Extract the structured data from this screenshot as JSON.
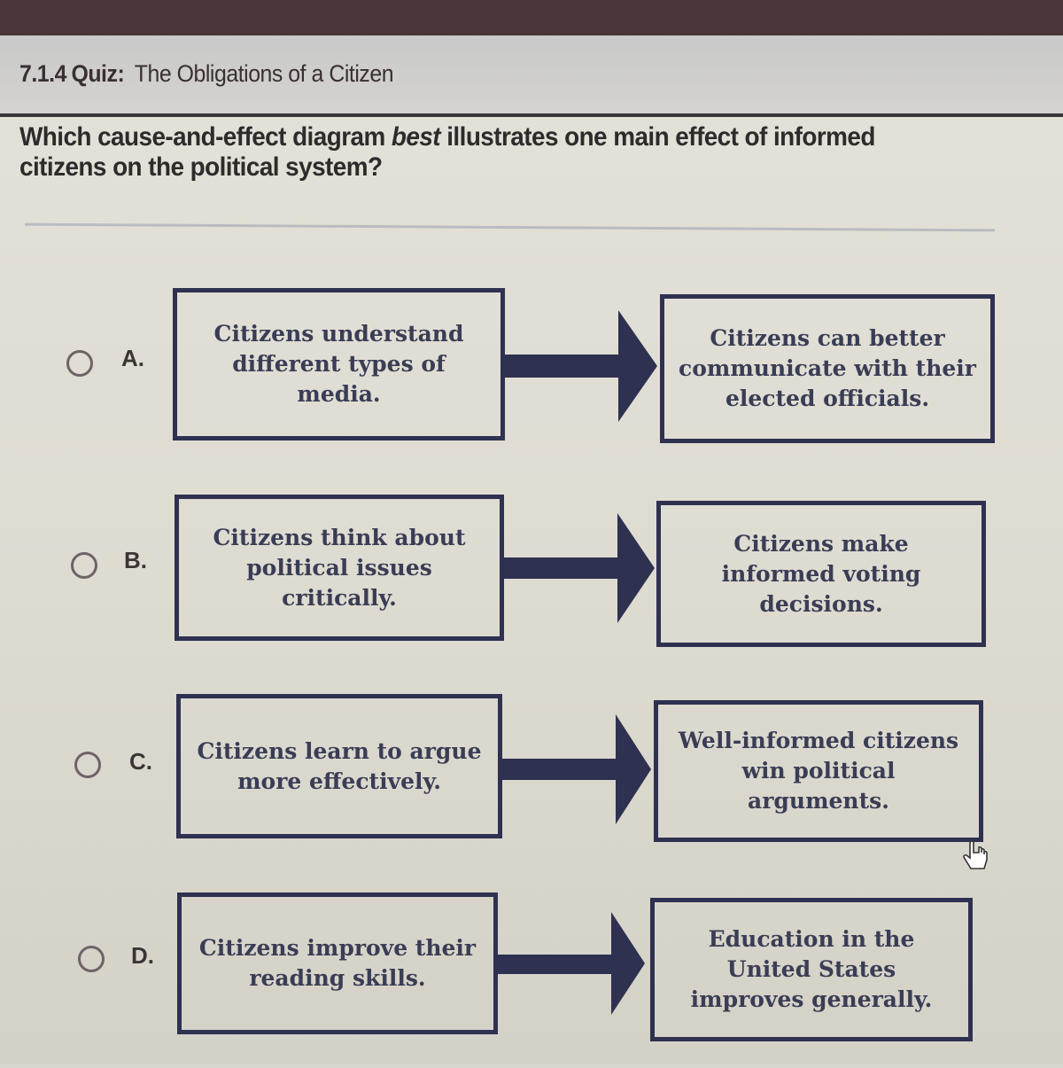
{
  "header": {
    "quiz_number": "7.1.4",
    "quiz_label": "Quiz:",
    "quiz_title": "The Obligations of a Citizen"
  },
  "question": {
    "text_before": "Which cause-and-effect diagram ",
    "emphasis": "best",
    "text_after": " illustrates one main effect of informed citizens on the political system?"
  },
  "options": [
    {
      "letter": "A.",
      "cause": "Citizens understand different types of media.",
      "effect": "Citizens can better communicate with their elected officials.",
      "selected": false
    },
    {
      "letter": "B.",
      "cause": "Citizens think about political issues critically.",
      "effect": "Citizens make informed voting decisions.",
      "selected": false
    },
    {
      "letter": "C.",
      "cause": "Citizens learn to argue more effectively.",
      "effect": "Well-informed citizens win political arguments.",
      "selected": false
    },
    {
      "letter": "D.",
      "cause": "Citizens improve their reading skills.",
      "effect": "Education in the United States improves generally.",
      "selected": false
    }
  ],
  "colors": {
    "box_border": "#2e3150",
    "arrow": "#2e3150",
    "header_bar": "#4a3538",
    "text": "#2f2b2c"
  }
}
